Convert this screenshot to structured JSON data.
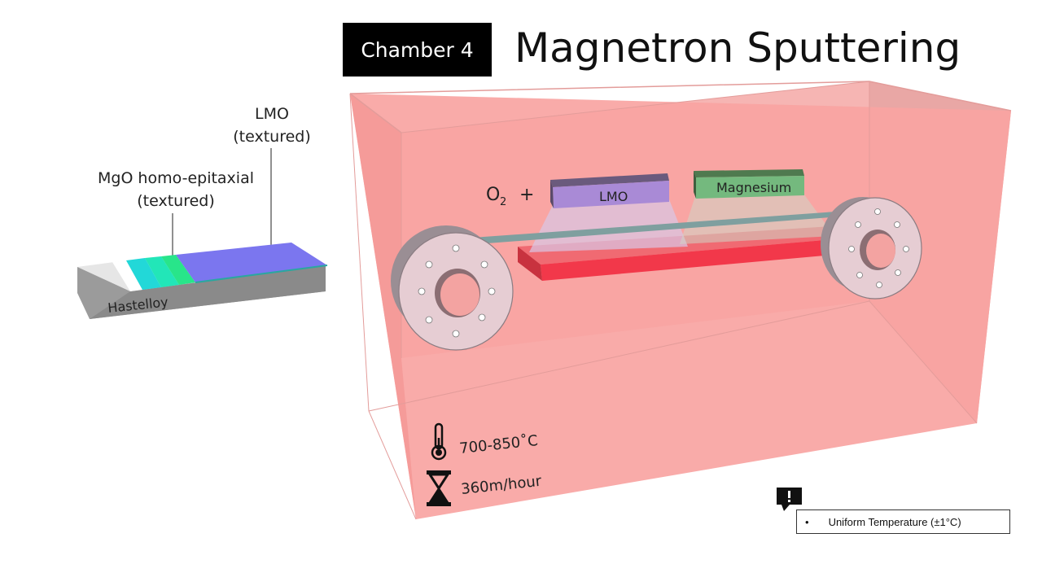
{
  "header": {
    "chamber_label": "Chamber 4",
    "title": "Magnetron Sputtering"
  },
  "tape_diagram": {
    "lmo_label_line1": "LMO",
    "lmo_label_line2": "(textured)",
    "mgo_label_line1": "MgO homo-epitaxial",
    "mgo_label_line2": "(textured)",
    "substrate_label": "Hastelloy"
  },
  "chamber": {
    "gas_label": "O",
    "gas_subscript": "2",
    "gas_plus": "+",
    "target_lmo_label": "LMO",
    "target_mg_label": "Magnesium"
  },
  "process": {
    "temperature": "700-850˚C",
    "speed": "360m/hour",
    "icons": [
      "thermometer-icon",
      "hourglass-icon"
    ]
  },
  "notice": {
    "icon": "exclamation-icon",
    "bullet": "•",
    "text": "Uniform Temperature (±1°C)"
  },
  "colors": {
    "chamber_fill": "#f49a9a",
    "heater": "#f2384a",
    "lmo_target": "#a98ad6",
    "mg_target": "#74b97e",
    "lmo_layer": "#7b76ef",
    "mgo_layer": "#28e58a",
    "cyan_layer": "#22d8d8"
  }
}
